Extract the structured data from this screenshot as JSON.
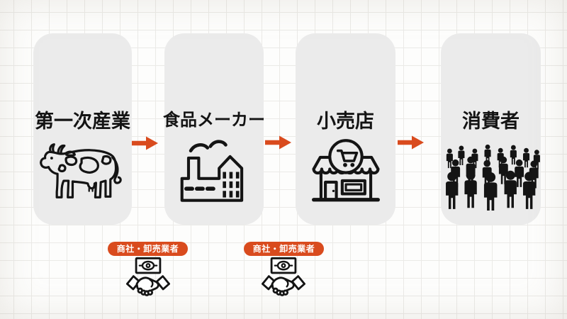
{
  "palette": {
    "accent": "#d94b1e",
    "card_bg": "#ebebeb",
    "ink": "#141414",
    "badge_text_color": "#ffffff",
    "page_bg": "#fdfdfc"
  },
  "stages": [
    {
      "label": "第一次産業",
      "icon": "cow-icon"
    },
    {
      "label": "食品メーカー",
      "icon": "factory-icon"
    },
    {
      "label": "小売店",
      "icon": "storefront-icon"
    },
    {
      "label": "消費者",
      "icon": "crowd-icon"
    }
  ],
  "arrows": {
    "count": 3,
    "direction": "right"
  },
  "intermediaries": [
    {
      "label": "商社・卸売業者",
      "icon": "handshake-banknote-icon",
      "between": [
        "第一次産業",
        "食品メーカー"
      ]
    },
    {
      "label": "商社・卸売業者",
      "icon": "handshake-banknote-icon",
      "between": [
        "食品メーカー",
        "小売店"
      ]
    }
  ]
}
